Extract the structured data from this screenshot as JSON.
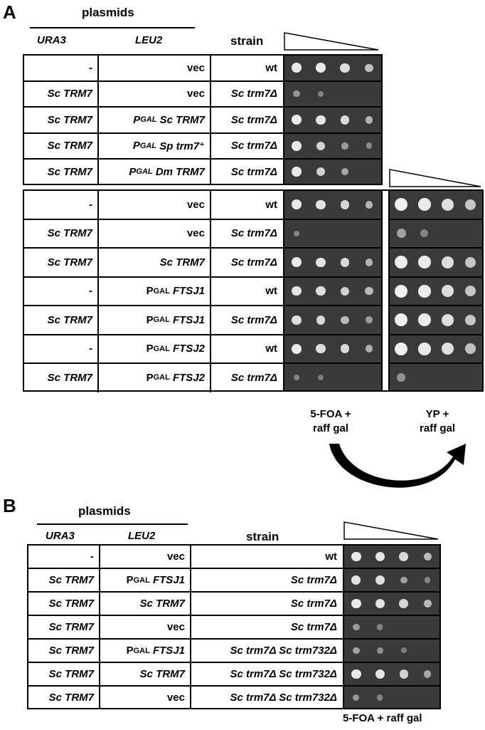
{
  "panelA": {
    "letter": "A",
    "headers": {
      "plasmids": "plasmids",
      "ura3": "URA3",
      "leu2": "LEU2",
      "strain": "strain"
    },
    "table1": [
      {
        "ura3": "-",
        "leu2_pre": "",
        "leu2_sub": "",
        "leu2_main": "vec",
        "leu2_main_italic": false,
        "strain": "wt",
        "strain_italic": false,
        "spots": [
          0.95,
          0.95,
          0.85,
          0.6
        ]
      },
      {
        "ura3": "Sc TRM7",
        "leu2_pre": "",
        "leu2_sub": "",
        "leu2_main": "vec",
        "leu2_main_italic": false,
        "strain": "Sc trm7Δ",
        "strain_italic": true,
        "spots": [
          0.25,
          0.1,
          0,
          0
        ]
      },
      {
        "ura3": "Sc TRM7",
        "leu2_pre": "P",
        "leu2_sub": "GAL",
        "leu2_main": "Sc TRM7",
        "leu2_main_italic": true,
        "strain": "Sc trm7Δ",
        "strain_italic": true,
        "spots": [
          0.95,
          0.9,
          0.8,
          0.5
        ]
      },
      {
        "ura3": "Sc TRM7",
        "leu2_pre": "P",
        "leu2_sub": "GAL",
        "leu2_main": "Sp trm7⁺",
        "leu2_main_italic": true,
        "strain": "Sc trm7Δ",
        "strain_italic": true,
        "spots": [
          0.95,
          0.75,
          0.3,
          0.15
        ]
      },
      {
        "ura3": "Sc TRM7",
        "leu2_pre": "P",
        "leu2_sub": "GAL",
        "leu2_main": "Dm TRM7",
        "leu2_main_italic": true,
        "strain": "Sc trm7Δ",
        "strain_italic": true,
        "spots": [
          0.95,
          0.75,
          0.4,
          0
        ]
      }
    ],
    "table2": [
      {
        "ura3": "-",
        "leu2_pre": "",
        "leu2_sub": "",
        "leu2_main": "vec",
        "leu2_main_italic": false,
        "strain": "wt",
        "strain_italic": false,
        "spots": [
          0.95,
          0.9,
          0.8,
          0.5
        ],
        "spots2": [
          1,
          0.95,
          0.85,
          0.65
        ]
      },
      {
        "ura3": "Sc TRM7",
        "leu2_pre": "",
        "leu2_sub": "",
        "leu2_main": "vec",
        "leu2_main_italic": false,
        "strain": "Sc trm7Δ",
        "strain_italic": true,
        "spots": [
          0.1,
          0,
          0,
          0
        ],
        "spots2": [
          0.35,
          0.1,
          0,
          0
        ]
      },
      {
        "ura3": "Sc TRM7",
        "leu2_pre": "",
        "leu2_sub": "",
        "leu2_main": "Sc TRM7",
        "leu2_main_italic": true,
        "strain": "Sc trm7Δ",
        "strain_italic": true,
        "spots": [
          0.95,
          0.9,
          0.8,
          0.5
        ],
        "spots2": [
          1,
          0.95,
          0.85,
          0.65
        ]
      },
      {
        "ura3": "-",
        "leu2_pre": "P",
        "leu2_sub": "GAL",
        "leu2_main": "FTSJ1",
        "leu2_main_italic": true,
        "strain": "wt",
        "strain_italic": false,
        "spots": [
          0.9,
          0.85,
          0.75,
          0.55
        ],
        "spots2": [
          1,
          0.95,
          0.85,
          0.65
        ]
      },
      {
        "ura3": "Sc TRM7",
        "leu2_pre": "P",
        "leu2_sub": "GAL",
        "leu2_main": "FTSJ1",
        "leu2_main_italic": true,
        "strain": "Sc trm7Δ",
        "strain_italic": true,
        "spots": [
          0.85,
          0.8,
          0.55,
          0.3
        ],
        "spots2": [
          1,
          0.95,
          0.85,
          0.65
        ]
      },
      {
        "ura3": "-",
        "leu2_pre": "P",
        "leu2_sub": "GAL",
        "leu2_main": "FTSJ2",
        "leu2_main_italic": true,
        "strain": "wt",
        "strain_italic": false,
        "spots": [
          0.95,
          0.85,
          0.8,
          0.45
        ],
        "spots2": [
          1,
          0.95,
          0.85,
          0.6
        ]
      },
      {
        "ura3": "Sc TRM7",
        "leu2_pre": "P",
        "leu2_sub": "GAL",
        "leu2_main": "FTSJ2",
        "leu2_main_italic": true,
        "strain": "Sc trm7Δ",
        "strain_italic": true,
        "spots": [
          0.1,
          0.05,
          0,
          0
        ],
        "spots2": [
          0.2,
          0,
          0,
          0
        ]
      }
    ],
    "caption_left_1": "5-FOA +",
    "caption_left_2": "raff gal",
    "caption_right_1": "YP +",
    "caption_right_2": "raff gal"
  },
  "panelB": {
    "letter": "B",
    "headers": {
      "plasmids": "plasmids",
      "ura3": "URA3",
      "leu2": "LEU2",
      "strain": "strain"
    },
    "rows": [
      {
        "ura3": "-",
        "leu2_pre": "",
        "leu2_sub": "",
        "leu2_main": "vec",
        "leu2_main_italic": false,
        "strain": "wt",
        "strain_italic": false,
        "spots": [
          0.95,
          0.9,
          0.8,
          0.55
        ]
      },
      {
        "ura3": "Sc TRM7",
        "leu2_pre": "P",
        "leu2_sub": "GAL",
        "leu2_main": "FTSJ1",
        "leu2_main_italic": true,
        "strain": "Sc trm7Δ",
        "strain_italic": true,
        "spots": [
          0.9,
          0.85,
          0.35,
          0.1
        ]
      },
      {
        "ura3": "Sc TRM7",
        "leu2_pre": "",
        "leu2_sub": "",
        "leu2_main": "Sc TRM7",
        "leu2_main_italic": true,
        "strain": "Sc trm7Δ",
        "strain_italic": true,
        "spots": [
          0.95,
          0.9,
          0.8,
          0.55
        ]
      },
      {
        "ura3": "Sc TRM7",
        "leu2_pre": "",
        "leu2_sub": "",
        "leu2_main": "vec",
        "leu2_main_italic": false,
        "strain": "Sc trm7Δ",
        "strain_italic": true,
        "spots": [
          0.3,
          0.1,
          0,
          0
        ]
      },
      {
        "ura3": "Sc TRM7",
        "leu2_pre": "P",
        "leu2_sub": "GAL",
        "leu2_main": "FTSJ1",
        "leu2_main_italic": true,
        "strain": "Sc trm7Δ Sc trm732Δ",
        "strain_italic": true,
        "spots": [
          0.35,
          0.2,
          0.05,
          0
        ]
      },
      {
        "ura3": "Sc TRM7",
        "leu2_pre": "",
        "leu2_sub": "",
        "leu2_main": "Sc TRM7",
        "leu2_main_italic": true,
        "strain": "Sc trm7Δ Sc trm732Δ",
        "strain_italic": true,
        "spots": [
          0.95,
          0.9,
          0.75,
          0.4
        ]
      },
      {
        "ura3": "Sc TRM7",
        "leu2_pre": "",
        "leu2_sub": "",
        "leu2_main": "vec",
        "leu2_main_italic": false,
        "strain": "Sc trm7Δ Sc trm732Δ",
        "strain_italic": true,
        "spots": [
          0.25,
          0.1,
          0,
          0
        ]
      }
    ],
    "caption": "5-FOA + raff gal"
  }
}
